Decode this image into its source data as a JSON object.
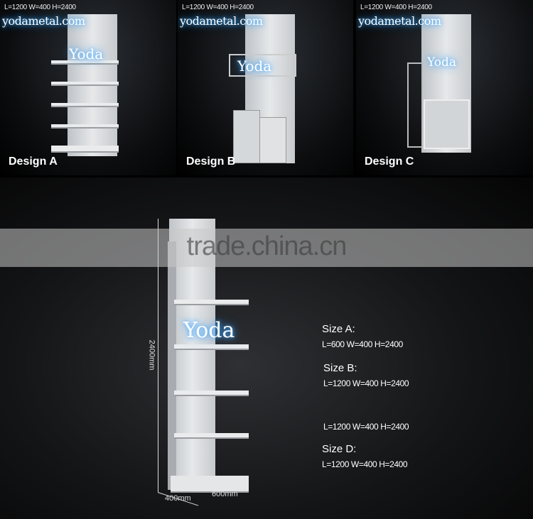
{
  "designs": [
    {
      "label": "Design A",
      "dims": "L=1200 W=400 H=2400",
      "site": "yodametal.com",
      "logo": "Yoda"
    },
    {
      "label": "Design B",
      "dims": "L=1200 W=400 H=2400",
      "site": "yodametal.com",
      "logo": "Yoda"
    },
    {
      "label": "Design C",
      "dims": "L=1200 W=400 H=2400",
      "site": "yodametal.com",
      "logo": "Yoda"
    }
  ],
  "main": {
    "logo": "Yoda",
    "watermark": "trade.china.cn",
    "height_label": "2400mm",
    "depth_label": "400mm",
    "width_label": "600mm",
    "sizes": [
      {
        "title": "Size A:",
        "value": "L=600 W=400 H=2400"
      },
      {
        "title": "Size B:",
        "value": "L=1200 W=400 H=2400"
      },
      {
        "title": "",
        "value": "L=1200 W=400 H=2400"
      },
      {
        "title": "Size D:",
        "value": "L=1200 W=400 H=2400"
      }
    ]
  },
  "colors": {
    "glow": "#3399ff",
    "background": "#000000"
  }
}
